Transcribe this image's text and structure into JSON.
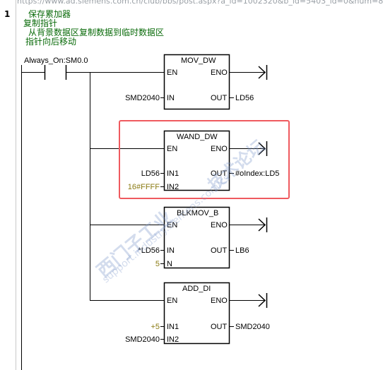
{
  "url_fragment": "https://www.ad.siemens.com.cn/club/bbs/post.aspx?a_id=1002320&b_id=5403_id=0&num=8",
  "network": {
    "number": "1",
    "comment_lines": [
      "保存累加器",
      "复制指针",
      "从背景数据区复制数据到临时数据区",
      "指针向后移动"
    ]
  },
  "contact": {
    "name": "Always_On:SM0.0"
  },
  "boxes": [
    {
      "title": "MOV_DW",
      "en": "EN",
      "eno": "ENO",
      "inputs": [
        {
          "pin": "IN",
          "value": "SMD2040",
          "const": false
        }
      ],
      "outputs": [
        {
          "pin": "OUT",
          "value": "LD56"
        }
      ]
    },
    {
      "title": "WAND_DW",
      "en": "EN",
      "eno": "ENO",
      "inputs": [
        {
          "pin": "IN1",
          "value": "LD56",
          "const": false
        },
        {
          "pin": "IN2",
          "value": "16#FFFF",
          "const": true
        }
      ],
      "outputs": [
        {
          "pin": "OUT",
          "value": "#oIndex:LD5"
        }
      ]
    },
    {
      "title": "BLKMOV_B",
      "en": "EN",
      "eno": "ENO",
      "inputs": [
        {
          "pin": "IN",
          "value": "*LD56",
          "const": false
        },
        {
          "pin": "N",
          "value": "5",
          "const": true
        }
      ],
      "outputs": [
        {
          "pin": "OUT",
          "value": "LB6"
        }
      ]
    },
    {
      "title": "ADD_DI",
      "en": "EN",
      "eno": "ENO",
      "inputs": [
        {
          "pin": "IN1",
          "value": "+5",
          "const": true
        },
        {
          "pin": "IN2",
          "value": "SMD2040",
          "const": false
        }
      ],
      "outputs": [
        {
          "pin": "OUT",
          "value": "SMD2040"
        }
      ]
    }
  ],
  "watermark": {
    "cn": "西门子工业",
    "cn2": "技术论坛",
    "en": "support.industry.siemens.com/cs"
  },
  "colors": {
    "comment": "#0a6b0a",
    "constant": "#8a7a12",
    "highlight": "#ef5a5f"
  }
}
